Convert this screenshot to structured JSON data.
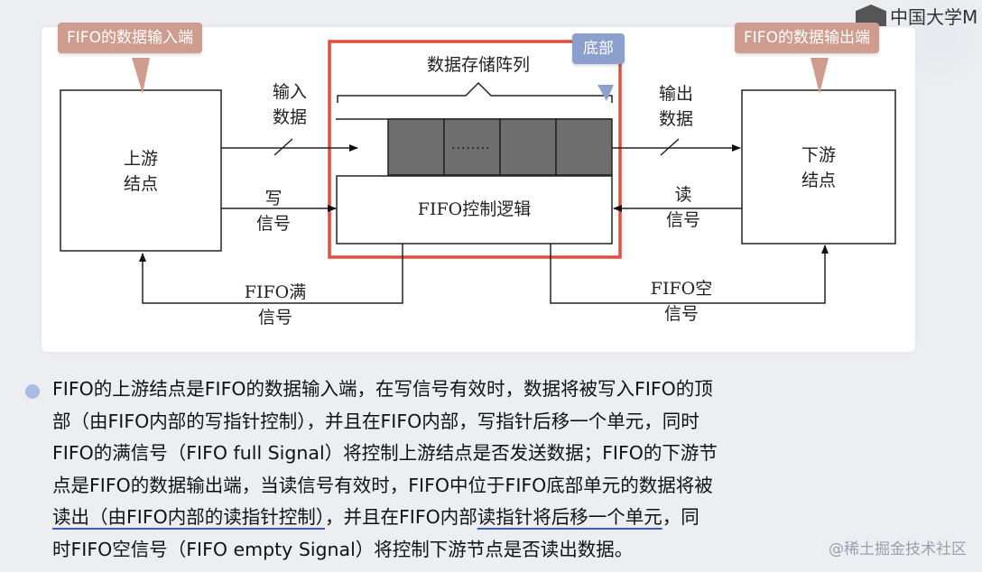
{
  "logo": {
    "text": "中国大学M"
  },
  "callouts": {
    "input_end": "FIFO的数据输入端",
    "bottom": "底部",
    "output_end": "FIFO的数据输出端"
  },
  "diagram": {
    "memory_array": "数据存储阵列",
    "upstream_node": "上游\n结点",
    "downstream_node": "下游\n结点",
    "input_data": "输入\n数据",
    "output_data": "输出\n数据",
    "write_signal": "写\n信号",
    "read_signal": "读\n信号",
    "control_logic": "FIFO控制逻辑",
    "full_signal": "FIFO满\n信号",
    "empty_signal": "FIFO空\n信号",
    "cell_ellipsis": "........"
  },
  "paragraph": {
    "l1": "FIFO的上游结点是FIFO的数据输入端，在写信号有效时，数据将被写入FIFO的顶",
    "l2": "部（由FIFO内部的写指针控制），并且在FIFO内部，写指针后移一个单元，同时",
    "l3": "FIFO的满信号（FIFO full Signal）将控制上游结点是否发送数据；FIFO的下游节",
    "l4": "点是FIFO的数据输出端，当读信号有效时，FIFO中位于FIFO底部单元的数据将被",
    "l5a": "读出",
    "l5b": "（由FIFO内部的读指针控制）",
    "l5c": "，并且在FIFO内部",
    "l5d": "读指针将后移一个单元",
    "l5e": "，同",
    "l6": "时FIFO空信号（FIFO empty Signal）将控制下游节点是否读出数据。"
  },
  "watermark": "@稀土掘金技术社区",
  "colors": {
    "highlight_frame": "#e0503c",
    "cell_fill": "#6e6e6e",
    "callout": "#cf9c90",
    "callout_blue": "#8ba0cc",
    "bullet": "#a9bce6"
  }
}
